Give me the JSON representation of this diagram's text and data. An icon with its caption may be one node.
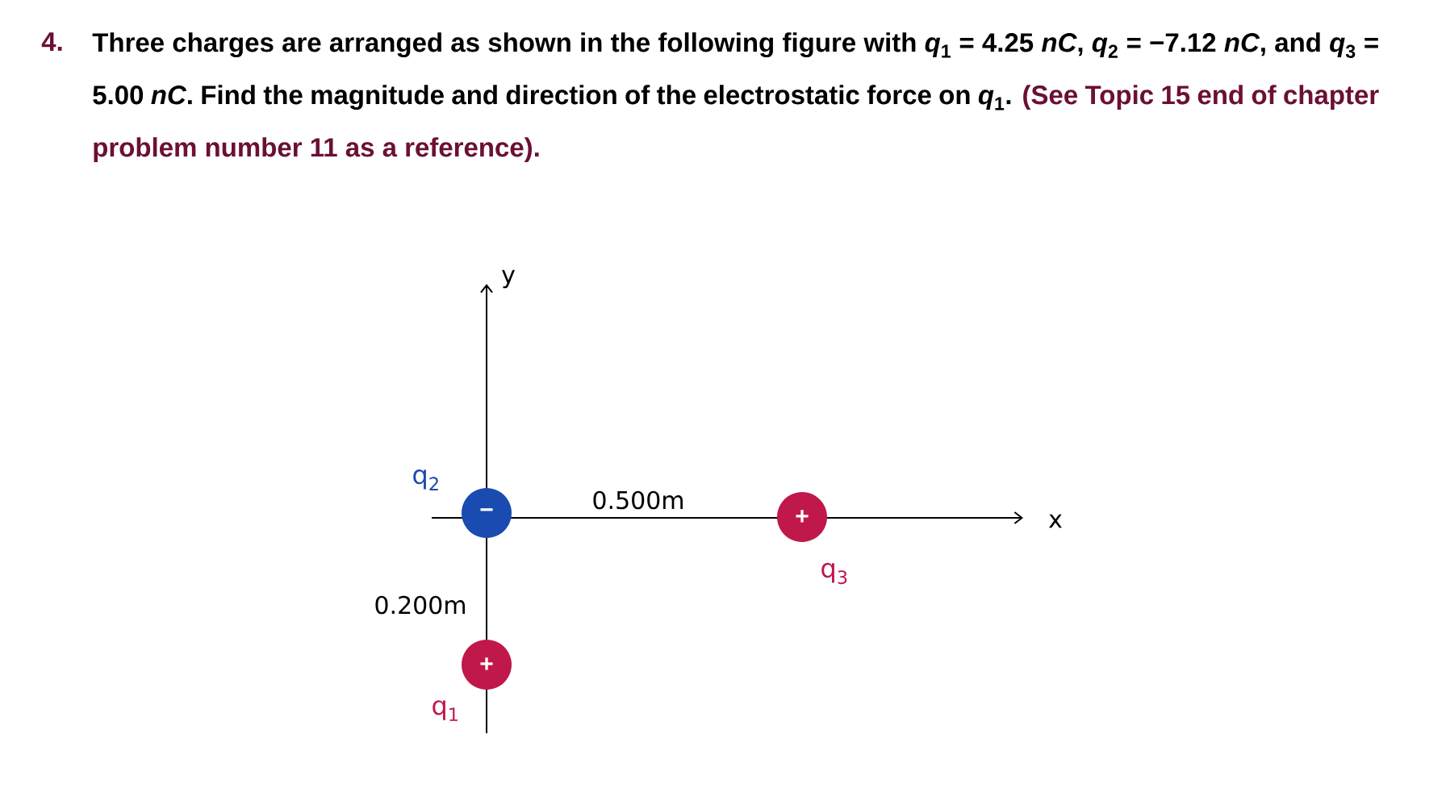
{
  "diagram": {
    "nodes": [
      {
        "text": [
          "−"
        ],
        "beside": [
          "q$_{2}$"
        ]
      },
      {
        "text": [
          "+"
        ],
        "beside": [
          "q$_{3}$"
        ]
      },
      {
        "text": [
          "+"
        ],
        "beside": [
          "q$_{1}$"
        ]
      }
    ],
    "edges": [],
    "labels": [
      "4.",
      "Three charges are arranged as shown in the following figure with *q*$_{1}$ = 4.25 *nC*, *q*$_{2}$ = −7.12 *nC*, and *q*$_{3}$ = 5.00 *nC*. Find the magnitude and direction of the electrostatic force on *q*$_{1}$.",
      "(See Topic 15 end of chapter problem number 11 as a reference).",
      "y",
      "x",
      "0.500m",
      "0.200m"
    ]
  }
}
